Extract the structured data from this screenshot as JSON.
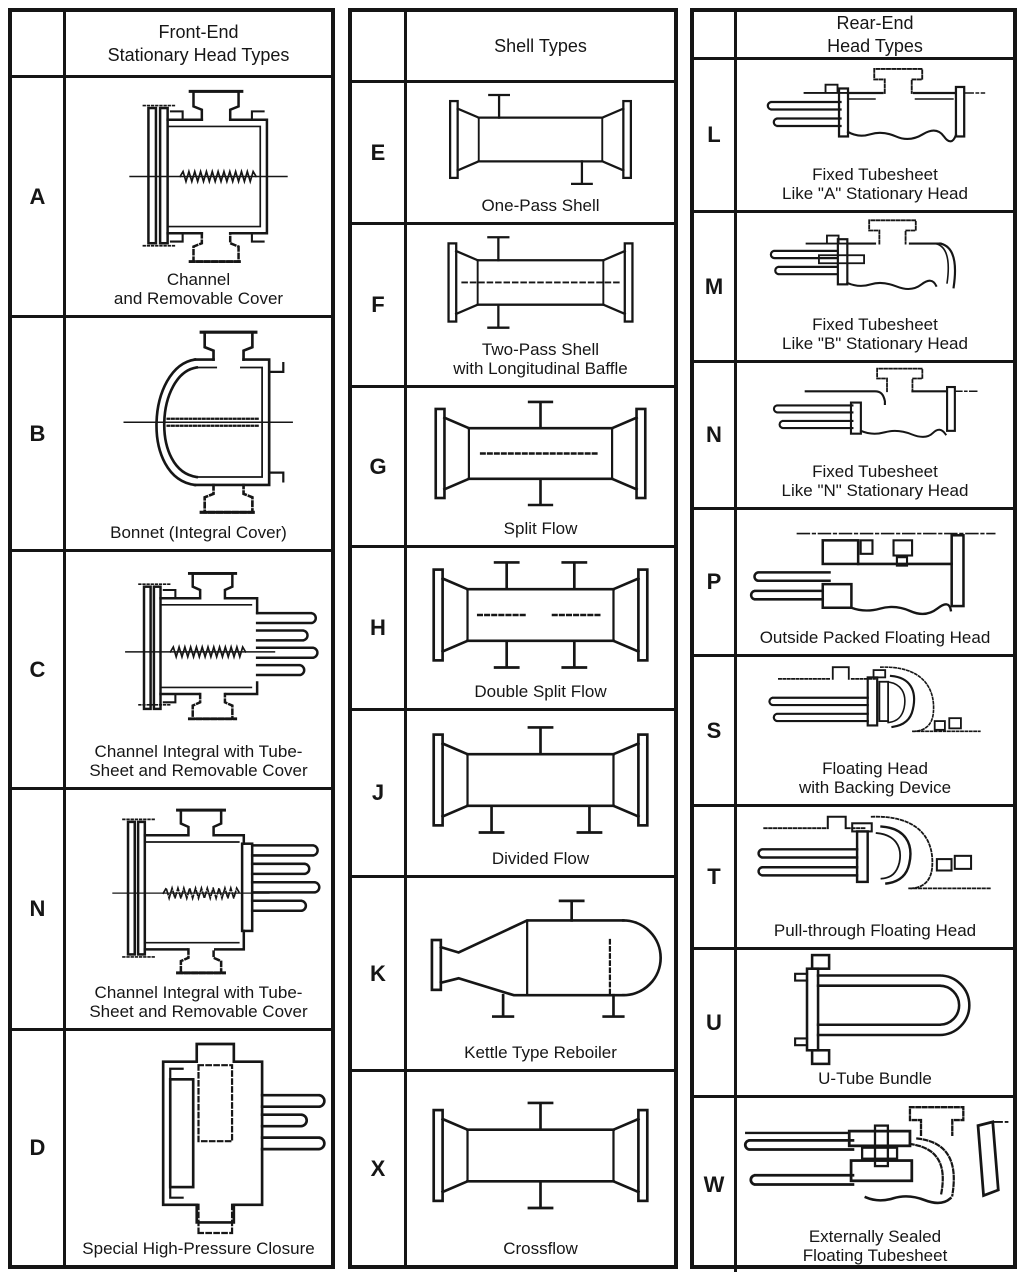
{
  "title": "Heat exchanger front-end, shell, and rear-end type nomenclature chart",
  "ink_color": "#161616",
  "paper_color": "#ffffff",
  "columns": [
    {
      "header": "Front-End\nStationary Head Types",
      "rows": [
        {
          "letter": "A",
          "caption": "Channel\nand Removable Cover"
        },
        {
          "letter": "B",
          "caption": "Bonnet (Integral Cover)"
        },
        {
          "letter": "C",
          "caption": "Channel Integral with Tube-\nSheet and Removable Cover"
        },
        {
          "letter": "N",
          "caption": "Channel Integral with Tube-\nSheet and Removable Cover"
        },
        {
          "letter": "D",
          "caption": "Special High-Pressure Closure"
        }
      ]
    },
    {
      "header": "Shell Types",
      "rows": [
        {
          "letter": "E",
          "caption": "One-Pass Shell"
        },
        {
          "letter": "F",
          "caption": "Two-Pass Shell\nwith Longitudinal Baffle"
        },
        {
          "letter": "G",
          "caption": "Split Flow"
        },
        {
          "letter": "H",
          "caption": "Double Split Flow"
        },
        {
          "letter": "J",
          "caption": "Divided Flow"
        },
        {
          "letter": "K",
          "caption": "Kettle Type Reboiler"
        },
        {
          "letter": "X",
          "caption": "Crossflow"
        }
      ]
    },
    {
      "header": "Rear-End\nHead Types",
      "rows": [
        {
          "letter": "L",
          "caption": "Fixed Tubesheet\nLike \"A\" Stationary Head"
        },
        {
          "letter": "M",
          "caption": "Fixed Tubesheet\nLike \"B\" Stationary Head"
        },
        {
          "letter": "N",
          "caption": "Fixed Tubesheet\nLike \"N\" Stationary Head"
        },
        {
          "letter": "P",
          "caption": "Outside Packed Floating Head"
        },
        {
          "letter": "S",
          "caption": "Floating Head\nwith Backing Device"
        },
        {
          "letter": "T",
          "caption": "Pull-through Floating Head"
        },
        {
          "letter": "U",
          "caption": "U-Tube Bundle"
        },
        {
          "letter": "W",
          "caption": "Externally Sealed\nFloating Tubesheet"
        }
      ]
    }
  ]
}
